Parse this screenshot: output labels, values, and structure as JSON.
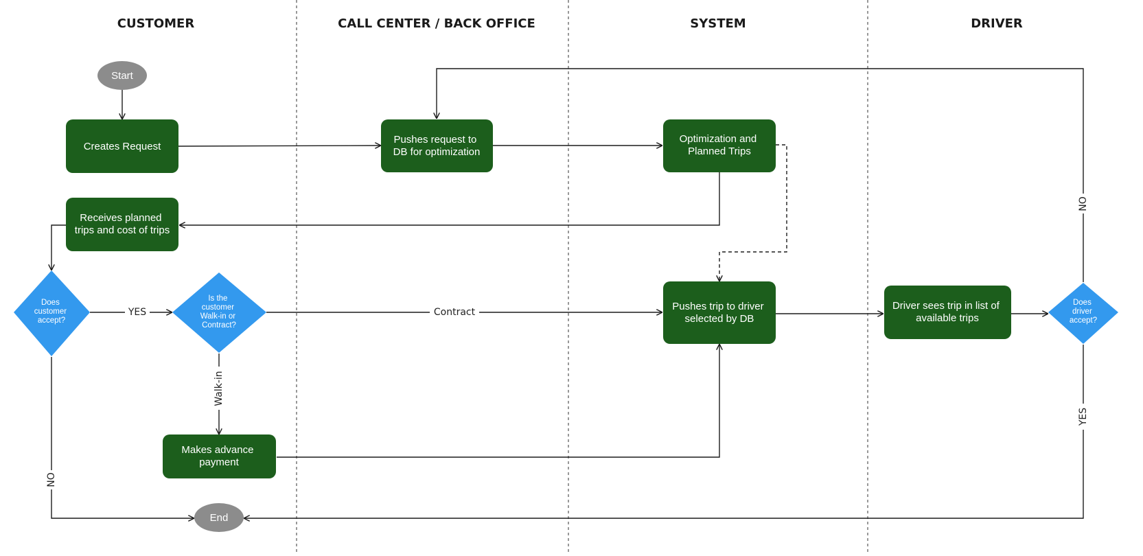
{
  "colors": {
    "process": "#1c5e1c",
    "decision": "#3399ee",
    "terminal": "#8c8c8c",
    "line": "#1c1c1c"
  },
  "lanes": [
    "CUSTOMER",
    "CALL CENTER / BACK OFFICE",
    "SYSTEM",
    "DRIVER"
  ],
  "nodes": {
    "start": "Start",
    "creates_request": "Creates Request",
    "pushes_request": [
      "Pushes request to",
      "DB for optimization"
    ],
    "optimization": [
      "Optimization and",
      "Planned Trips"
    ],
    "receives_planned": [
      "Receives planned",
      "trips and cost of trips"
    ],
    "does_customer_accept": [
      "Does",
      "customer",
      "accept?"
    ],
    "walkin_or_contract": [
      "Is the",
      "customer",
      "Walk-in or",
      "Contract?"
    ],
    "pushes_trip": [
      "Pushes trip to driver",
      "selected by DB"
    ],
    "driver_sees": [
      "Driver sees trip in list of",
      "available trips"
    ],
    "does_driver_accept": [
      "Does",
      "driver",
      "accept?"
    ],
    "advance_payment": [
      "Makes advance",
      "payment"
    ],
    "end": "End"
  },
  "edge_labels": {
    "yes_customer": "YES",
    "contract": "Contract",
    "walkin": "Walk-in",
    "no_customer": "NO",
    "no_driver": "NO",
    "yes_driver": "YES"
  }
}
